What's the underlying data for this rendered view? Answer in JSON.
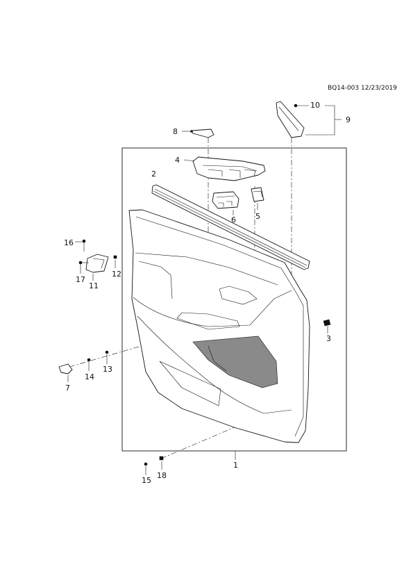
{
  "header": {
    "doc_ref": "BQ14-003 12/23/2019"
  },
  "callouts": [
    "1",
    "2",
    "3",
    "4",
    "5",
    "6",
    "7",
    "8",
    "9",
    "10",
    "11",
    "12",
    "13",
    "14",
    "15",
    "16",
    "17",
    "18"
  ]
}
